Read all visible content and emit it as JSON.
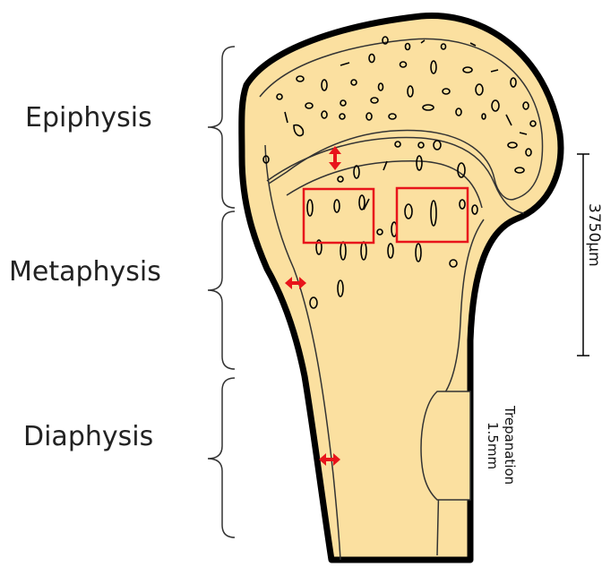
{
  "labels": {
    "epiphysis": "Epiphysis",
    "metaphysis": "Metaphysis",
    "diaphysis": "Diaphysis",
    "scale": "3750µm",
    "trepanation_line1": "Trepanation",
    "trepanation_line2": "1.5mm"
  },
  "colors": {
    "bone_fill": "#FBE0A0",
    "outline": "#000000",
    "highlight": "#E8141B"
  },
  "icons": {
    "measurement_marker": "double-headed-arrow",
    "region_of_interest": "rectangle"
  }
}
